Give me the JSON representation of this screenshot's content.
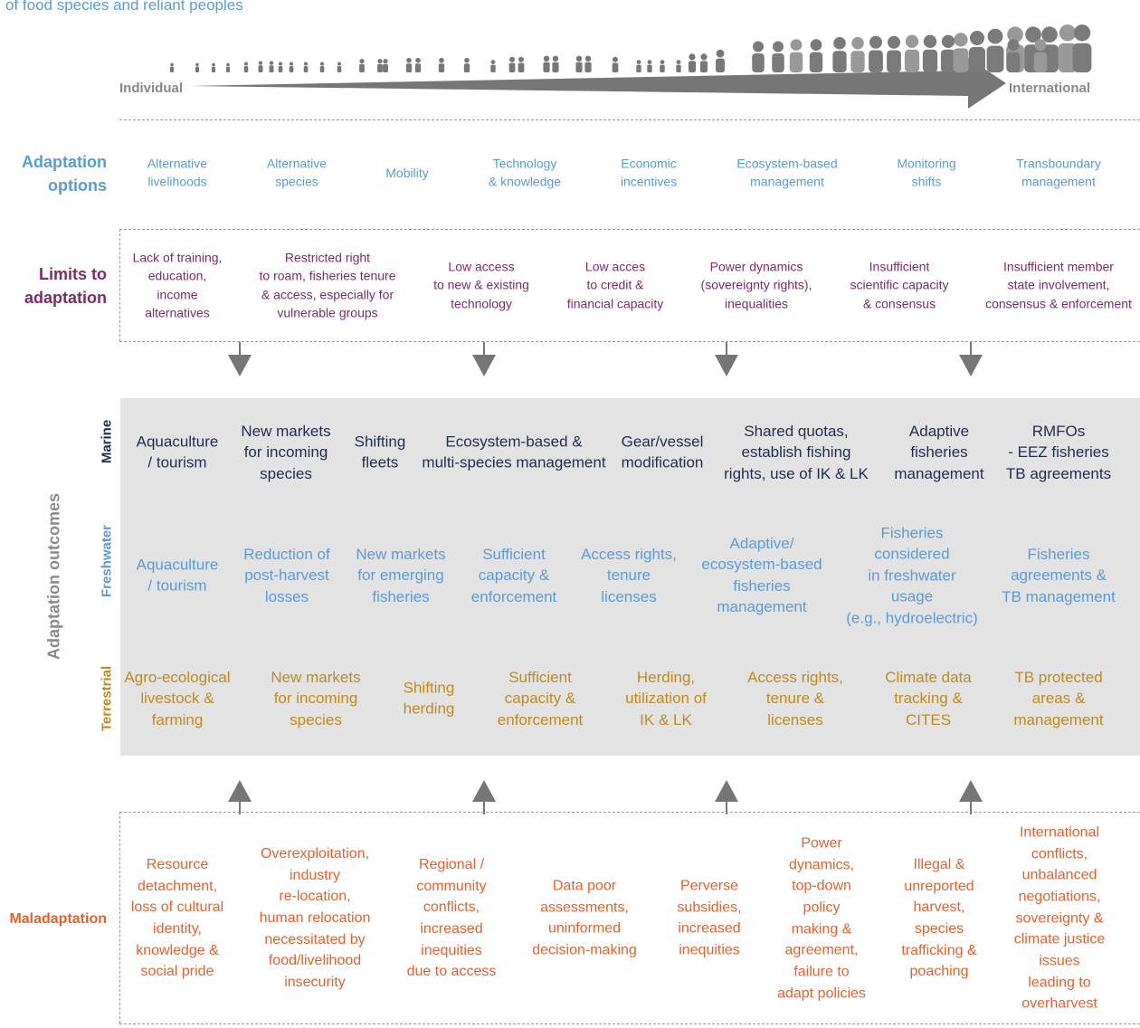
{
  "header": {
    "title_fragment": "of food species and reliant peoples",
    "scale_left": "Individual",
    "scale_right": "International"
  },
  "adaptation_options": {
    "label": "Adaptation options",
    "items": [
      "Alternative\nlivelihoods",
      "Alternative\nspecies",
      "Mobility",
      "Technology\n& knowledge",
      "Economic\nincentives",
      "Ecosystem-based\nmanagement",
      "Monitoring\nshifts",
      "Transboundary\nmanagement"
    ]
  },
  "limits": {
    "label": "Limits to adaptation",
    "items": [
      "Lack of training,\neducation,\nincome\nalternatives",
      "Restricted right\nto roam, fisheries tenure\n& access, especially for\nvulnerable groups",
      "Low access\nto new & existing\ntechnology",
      "Low acces\nto credit &\nfinancial capacity",
      "Power dynamics\n(sovereignty rights),\ninequalities",
      "Insufficient\nscientific capacity\n& consensus",
      "Insufficient member\nstate involvement,\nconsensus & enforcement"
    ]
  },
  "outcomes": {
    "label": "Adaptation outcomes",
    "marine": {
      "label": "Marine",
      "items": [
        "Aquaculture\n/ tourism",
        "New markets\nfor incoming\nspecies",
        "Shifting\nfleets",
        "Ecosystem-based &\nmulti-species management",
        "Gear/vessel\nmodification",
        "Shared quotas,\nestablish fishing\nrights, use of IK & LK",
        "Adaptive\nfisheries\nmanagement",
        "RMFOs\n- EEZ fisheries\nTB agreements"
      ]
    },
    "freshwater": {
      "label": "Freshwater",
      "items": [
        "Aquaculture\n/ tourism",
        "Reduction of\npost-harvest\nlosses",
        "New markets\nfor emerging\nfisheries",
        "Sufficient\ncapacity &\nenforcement",
        "Access rights,\ntenure\nlicenses",
        "Adaptive/\necosystem-based\nfisheries\nmanagement",
        "Fisheries\nconsidered\nin freshwater\nusage\n(e.g., hydroelectric)",
        "Fisheries\nagreements &\nTB management"
      ]
    },
    "terrestrial": {
      "label": "Terrestrial",
      "items": [
        "Agro-ecological\nlivestock &\nfarming",
        "New markets\nfor incoming\nspecies",
        "Shifting\nherding",
        "Sufficient\ncapacity &\nenforcement",
        "Herding,\nutilization of\nIK & LK",
        "Access rights,\ntenure &\nlicenses",
        "Climate data\ntracking &\nCITES",
        "TB protected\nareas &\nmanagement"
      ]
    }
  },
  "maladaptation": {
    "label": "Maladaptation",
    "items": [
      "Resource\ndetachment,\nloss of cultural\nidentity,\nknowledge &\nsocial pride",
      "Overexploitation,\nindustry\nre-location,\nhuman relocation\nnecessitated by\nfood/livelihood\ninsecurity",
      "Regional /\ncommunity\nconflicts,\nincreased\ninequities\ndue to access",
      "Data poor\nassessments,\nuninformed\ndecision-making",
      "Perverse\nsubsidies,\nincreased\ninequities",
      "Power\ndynamics,\ntop-down\npolicy\nmaking &\nagreement,\nfailure to\nadapt policies",
      "Illegal &\nunreported\nharvest,\nspecies\ntrafficking &\npoaching",
      "International\nconflicts,\nunbalanced\nnegotiations,\nsovereignty &\nclimate justice\nissues\nleading to\noverharvest"
    ]
  },
  "colors": {
    "options": "#5b9bd5",
    "limits": "#7b2c6b",
    "marine": "#1f2d50",
    "freshwater": "#5b9bd5",
    "terrestrial": "#c08a1e",
    "maladaptation": "#e8612c",
    "panel": "#e3e3e4",
    "arrow": "#767676"
  },
  "icons": [
    "person-icon",
    "down-arrow-icon",
    "up-arrow-icon"
  ]
}
